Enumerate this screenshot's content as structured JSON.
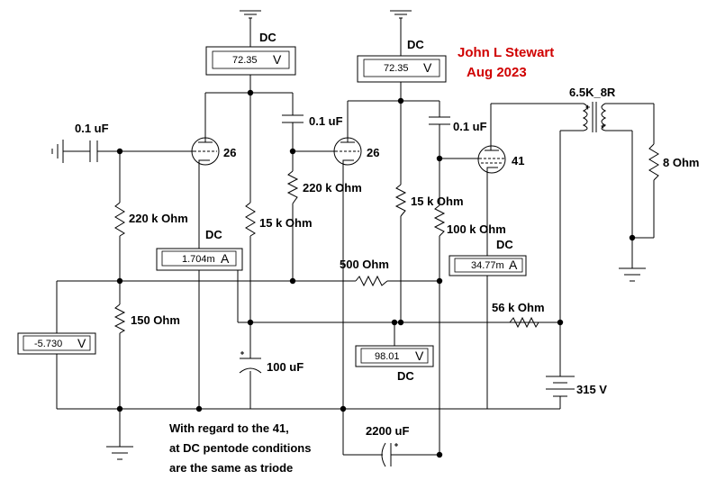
{
  "author": {
    "name": "John L Stewart",
    "date": "Aug 2023"
  },
  "meters": {
    "m1": {
      "value": "72.35",
      "unit": "V",
      "mode": "DC"
    },
    "m2": {
      "value": "72.35",
      "unit": "V",
      "mode": "DC"
    },
    "m3": {
      "value": "1.704m",
      "unit": "A",
      "mode": "DC"
    },
    "m4": {
      "value": "34.77m",
      "unit": "A",
      "mode": "DC"
    },
    "m5": {
      "value": "-5.730",
      "unit": "V"
    },
    "m6": {
      "value": "98.01",
      "unit": "V",
      "mode": "DC"
    }
  },
  "components": {
    "c_in": "0.1 uF",
    "c_12": "0.1 uF",
    "c_23": "0.1 uF",
    "r_g1": "220 k Ohm",
    "r_g2": "220 k Ohm",
    "r_p1": "15 k Ohm",
    "r_p2": "15 k Ohm",
    "r_g3": "100 k Ohm",
    "r_k": "150  Ohm",
    "r_500": "500  Ohm",
    "r_56k": "56 k Ohm",
    "c_100": "100 uF",
    "c_2200": "2200 uF",
    "battery": "315 V",
    "transformer": "6.5K_8R",
    "load": "8  Ohm",
    "tube1": "26",
    "tube2": "26",
    "tube3": "41"
  },
  "note": [
    "With regard to the 41,",
    "at DC pentode conditions",
    "are the same as triode"
  ]
}
